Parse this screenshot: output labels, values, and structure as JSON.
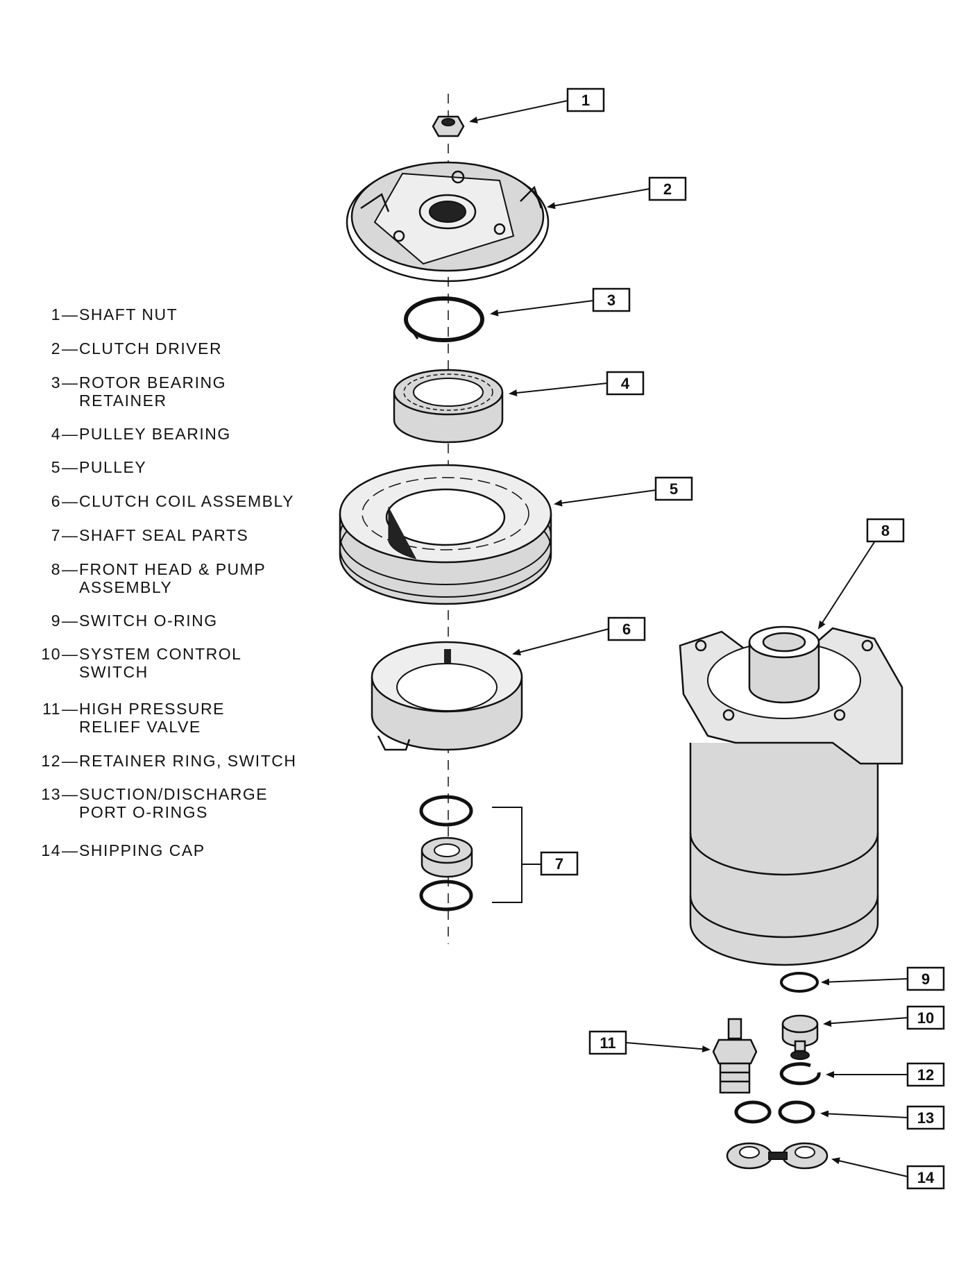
{
  "legend": [
    {
      "num": "1",
      "text": "SHAFT NUT"
    },
    {
      "num": "2",
      "text": "CLUTCH DRIVER"
    },
    {
      "num": "3",
      "text": "ROTOR BEARING\nRETAINER"
    },
    {
      "num": "4",
      "text": "PULLEY BEARING"
    },
    {
      "num": "5",
      "text": "PULLEY"
    },
    {
      "num": "6",
      "text": "CLUTCH COIL ASSEMBLY"
    },
    {
      "num": "7",
      "text": "SHAFT SEAL PARTS"
    },
    {
      "num": "8",
      "text": "FRONT HEAD & PUMP\nASSEMBLY"
    },
    {
      "num": "9",
      "text": "SWITCH O-RING"
    },
    {
      "num": "10",
      "text": "SYSTEM CONTROL\nSWITCH"
    },
    {
      "num": "11",
      "text": "HIGH PRESSURE\nRELIEF VALVE"
    },
    {
      "num": "12",
      "text": "RETAINER RING, SWITCH"
    },
    {
      "num": "13",
      "text": "SUCTION/DISCHARGE\nPORT O-RINGS"
    },
    {
      "num": "14",
      "text": "SHIPPING CAP"
    }
  ],
  "callouts": [
    "1",
    "2",
    "3",
    "4",
    "5",
    "6",
    "7",
    "8",
    "9",
    "10",
    "11",
    "12",
    "13",
    "14"
  ],
  "colors": {
    "line": "#111111",
    "background": "#ffffff",
    "shade": "#d8d8d8"
  }
}
